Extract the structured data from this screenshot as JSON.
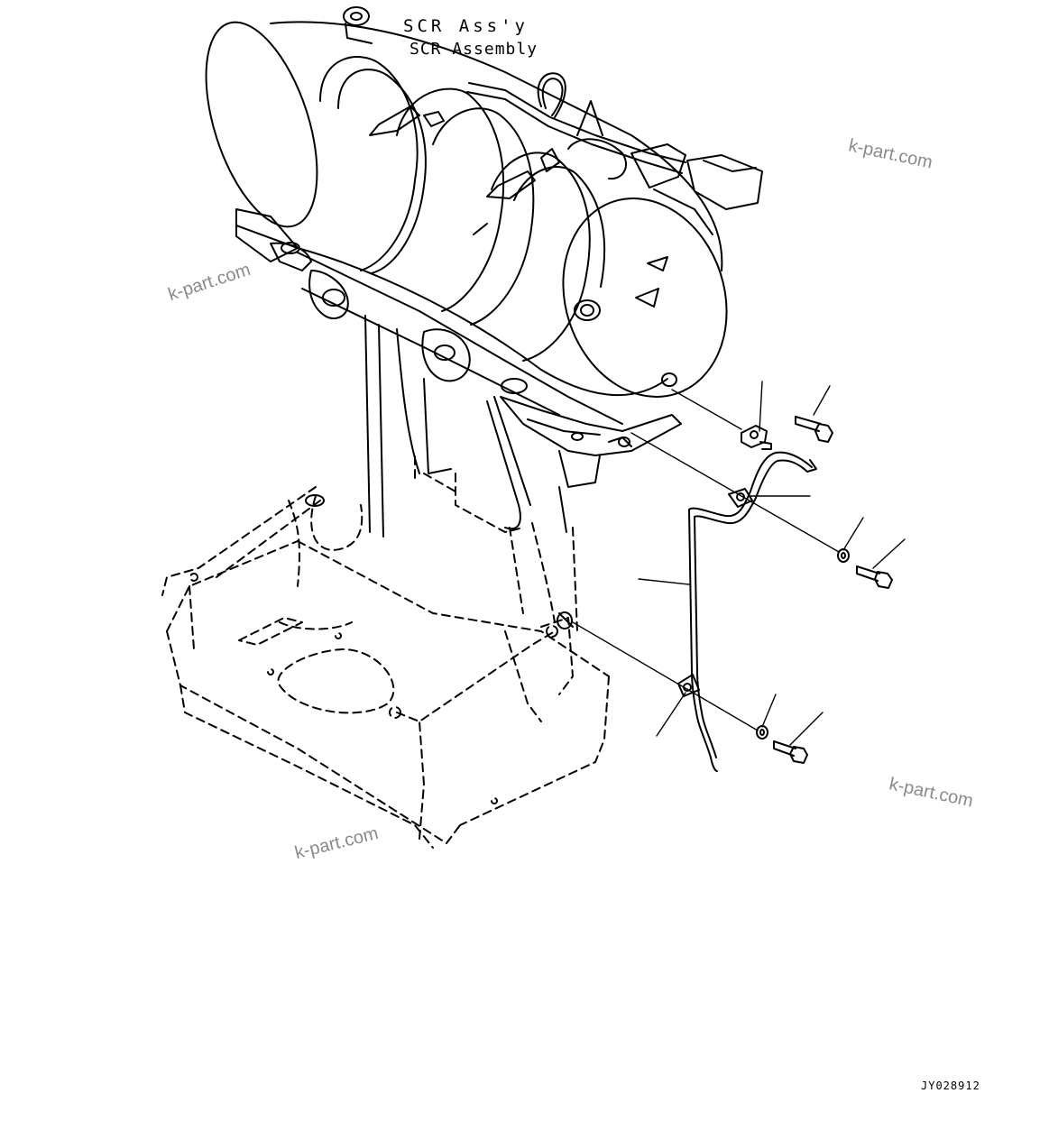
{
  "diagram": {
    "title_line1": "SCR Ass'y",
    "title_line2": "SCR Assembly",
    "drawing_code": "JY028912",
    "watermark": "k-part.com",
    "line_color": "#000000",
    "watermark_color": "#8a8a8a"
  }
}
